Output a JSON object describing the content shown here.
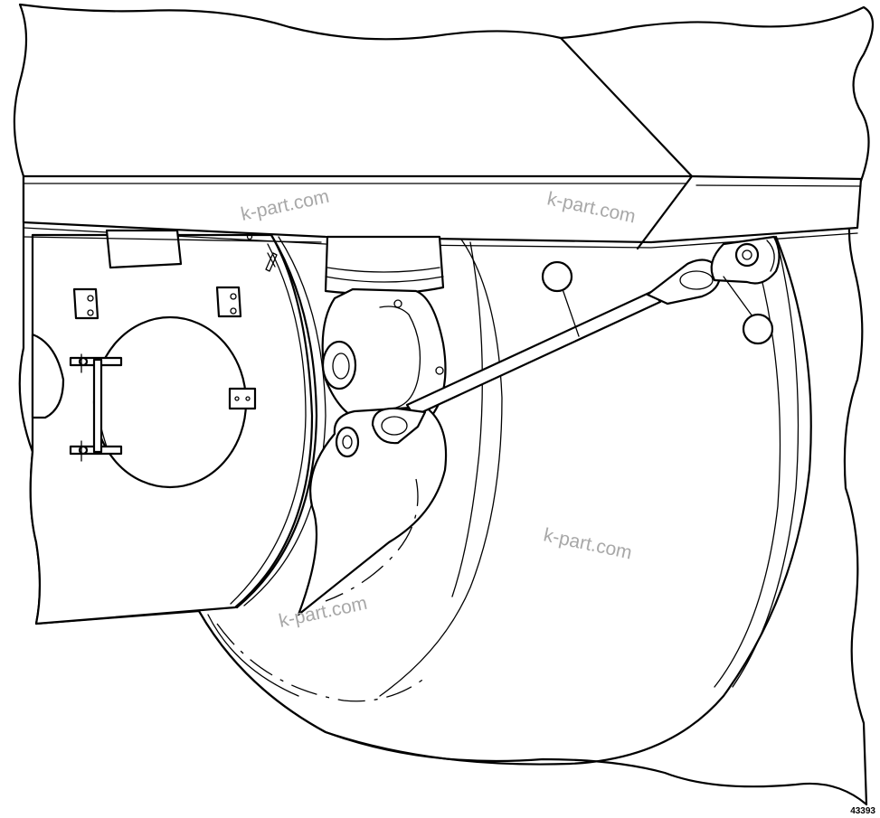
{
  "watermark": {
    "text": "k-part.com"
  },
  "figure": {
    "number": "43393"
  },
  "callouts": [
    {
      "id": "callout-1",
      "label": ""
    },
    {
      "id": "callout-2",
      "label": ""
    }
  ],
  "colors": {
    "line": "#000000",
    "background": "#ffffff",
    "watermark": "#a8a8a8"
  }
}
